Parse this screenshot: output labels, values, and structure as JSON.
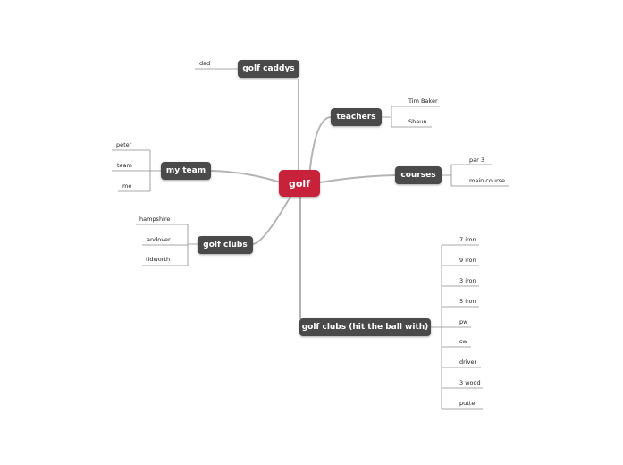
{
  "colors": {
    "root": "#c8213a",
    "branch": "#4a4a4a",
    "connector": "#b4b4b4",
    "leaf_line": "#8c8c8c"
  },
  "root": {
    "label": "golf"
  },
  "branches": {
    "caddys": {
      "label": "golf caddys",
      "leaves": [
        "dad"
      ]
    },
    "teachers": {
      "label": "teachers",
      "leaves": [
        "Tim Baker",
        "Shaun"
      ]
    },
    "team": {
      "label": "my team",
      "leaves": [
        "peter",
        "team",
        "me"
      ]
    },
    "courses": {
      "label": "courses",
      "leaves": [
        "par 3",
        "main course"
      ]
    },
    "clubs": {
      "label": "golf clubs",
      "leaves": [
        "hampshire",
        "andover",
        "tidworth"
      ]
    },
    "hit": {
      "label": "golf clubs (hit the ball with)",
      "leaves": [
        "7 iron",
        "9 iron",
        "3 iron",
        "5 iron",
        "pw",
        "sw",
        "driver",
        "3 wood",
        "putter"
      ]
    }
  }
}
